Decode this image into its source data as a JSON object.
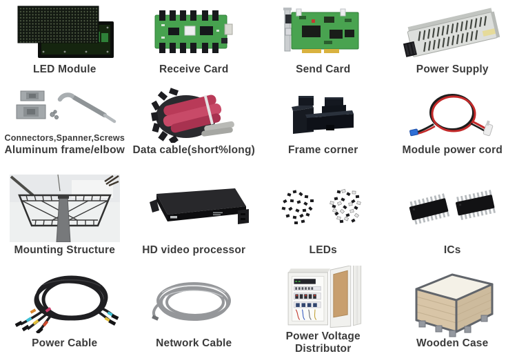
{
  "colors": {
    "background": "#ffffff",
    "label_text": "#3b3b3b",
    "pcb_green": "#47a24f",
    "ribbon_red": "#c84a68",
    "metal_grey": "#a3a8ab"
  },
  "products": [
    {
      "label": "LED Module",
      "image": "led-module-photo"
    },
    {
      "label": "Receive Card",
      "image": "receive-card-photo"
    },
    {
      "label": "Send Card",
      "image": "send-card-photo"
    },
    {
      "label": "Power Supply",
      "image": "power-supply-photo"
    },
    {
      "sublabel": "Connectors,Spanner,Screws",
      "label": "Aluminum frame/elbow",
      "image": "aluminum-frame-elbow-photo"
    },
    {
      "label": "Data cable(short%long)",
      "image": "data-cable-photo"
    },
    {
      "label": "Frame corner",
      "image": "frame-corner-photo"
    },
    {
      "label": "Module power cord",
      "image": "module-power-cord-photo"
    },
    {
      "label": "Mounting Structure",
      "image": "mounting-structure-photo"
    },
    {
      "label": "HD video processor",
      "image": "hd-video-processor-photo"
    },
    {
      "label": "LEDs",
      "image": "leds-photo"
    },
    {
      "label": "ICs",
      "image": "ics-photo"
    },
    {
      "label": "Power Cable",
      "image": "power-cable-photo"
    },
    {
      "label": "Network Cable",
      "image": "network-cable-photo"
    },
    {
      "label": "Power Voltage Distributor",
      "image": "power-voltage-distributor-photo"
    },
    {
      "label": "Wooden Case",
      "image": "wooden-case-photo"
    }
  ]
}
